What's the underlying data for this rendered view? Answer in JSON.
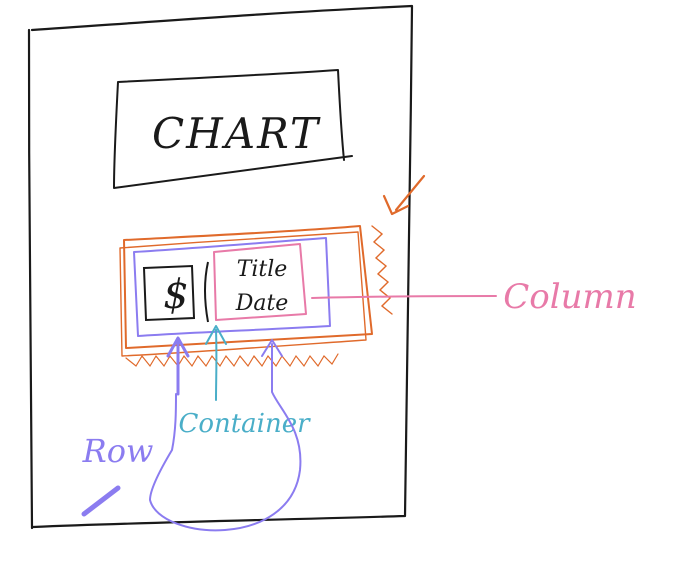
{
  "labels": {
    "chart": "CHART",
    "currency": "$",
    "title": "Title",
    "date": "Date",
    "column": "Column",
    "row": "Row",
    "container": "Container"
  },
  "colors": {
    "ink": "#1a1a1a",
    "container": "#e06a2b",
    "row": "#8b7cf0",
    "column": "#e87aa8",
    "container_label": "#4aaec8"
  }
}
